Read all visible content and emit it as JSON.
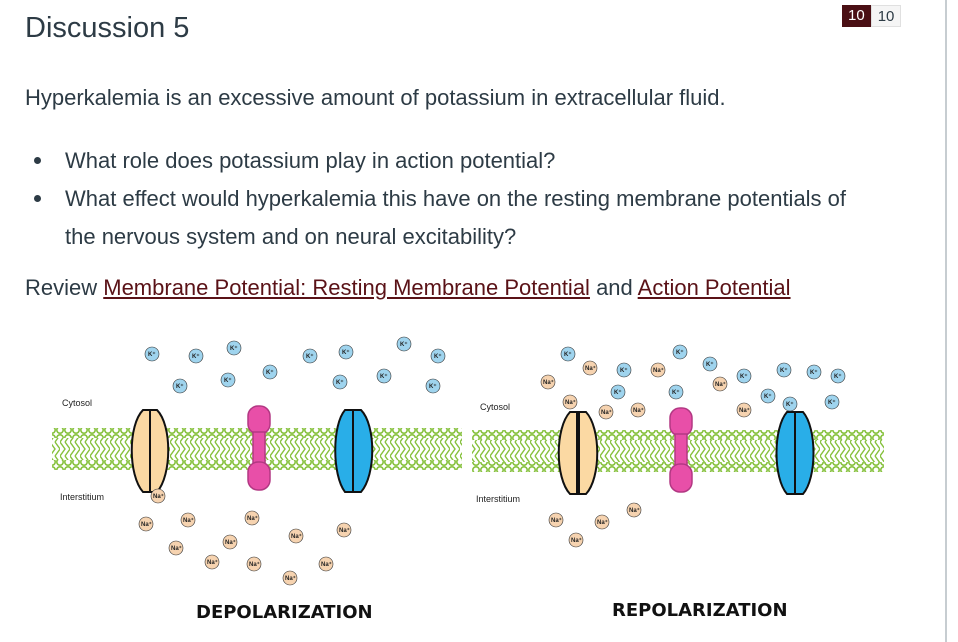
{
  "score": {
    "earned": "10",
    "possible": "10"
  },
  "title": "Discussion 5",
  "intro": "Hyperkalemia is an excessive amount of potassium in extracellular fluid.",
  "questions": [
    "What role does potassium play in action potential?",
    "What effect would hyperkalemia this have on the resting membrane potentials of the nervous system and on neural excitability?"
  ],
  "review": {
    "prefix": "Review ",
    "link1": "Membrane Potential: Resting Membrane Potential",
    "middle": " and ",
    "link2": "Action Potential"
  },
  "figure": {
    "left": {
      "cytosol": "Cytosol",
      "interstitium": "Interstitium",
      "caption": "DEPOLARIZATION"
    },
    "right": {
      "cytosol": "Cytosol",
      "interstitium": "Interstitium",
      "caption": "REPOLARIZATION"
    },
    "ion_k": "K⁺",
    "ion_na": "Na⁺",
    "colors": {
      "k_ion": "#9fd4ee",
      "na_ion": "#f6d3b0",
      "pump": "#e84fa8",
      "k_channel": "#29aee8",
      "na_channel": "#fbd9a3",
      "bilayer": "#86c13d"
    }
  }
}
